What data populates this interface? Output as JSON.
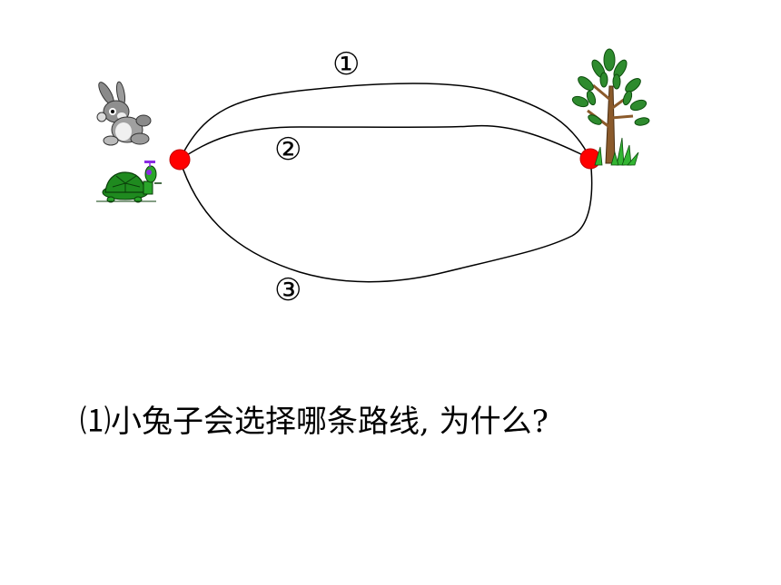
{
  "routes": [
    {
      "label": "①"
    },
    {
      "label": "②"
    },
    {
      "label": "③"
    }
  ],
  "question": "⑴小兔子会选择哪条路线, 为什么?",
  "colors": {
    "point": "#ff0000",
    "line": "#000000",
    "tree_leaf": "#2e8b2e",
    "tree_trunk": "#8b5a2b",
    "turtle_shell": "#1f8a1f"
  },
  "icons": [
    "rabbit-icon",
    "turtle-icon",
    "tree-icon"
  ]
}
